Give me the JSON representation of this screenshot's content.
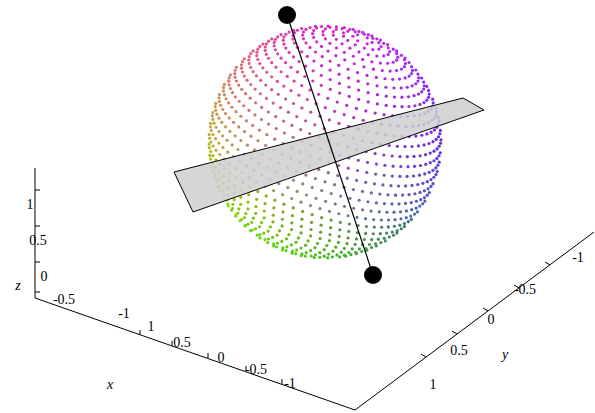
{
  "diagram": {
    "labels": [
      "1",
      "0.5",
      "0",
      "-0.5",
      "z",
      "-1",
      "1",
      "0.5",
      "0",
      "-0.5",
      "-1",
      "x",
      "-1",
      "-0.5",
      "0",
      "0.5",
      "1",
      "y"
    ]
  }
}
